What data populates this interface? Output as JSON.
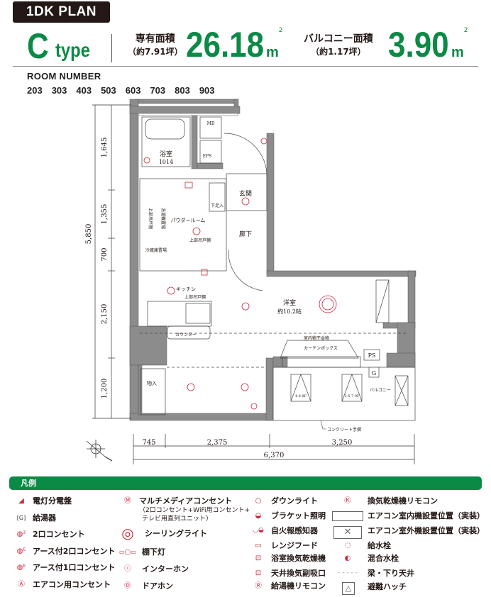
{
  "header": {
    "plan_label": "1DK PLAN",
    "type_letter": "C",
    "type_word": "type",
    "exclusive_area_label": "専有面積",
    "exclusive_area_tsubo": "（約7.91坪）",
    "exclusive_area_value": "26.18",
    "balcony_area_label": "バルコニー面積",
    "balcony_area_tsubo": "（約1.17坪）",
    "balcony_area_value": "3.90",
    "unit": "m",
    "unit_sup": "2"
  },
  "rooms": {
    "title": "ROOM NUMBER",
    "numbers": "203　303　403　503　603　703　803　903"
  },
  "plan": {
    "mb": "MB",
    "eps": "EPS",
    "bathroom": "浴室",
    "bathroom_size": "1014",
    "entrance": "玄関",
    "shoe_box": "下足入",
    "hallway": "廊下",
    "powder_room": "パウダールーム",
    "upper_cabinet1": "上部吊戸棚",
    "upper_cabinet2": "上部吊戸棚",
    "upper_shelf": "上部吊戸棚",
    "washer": "洗濯機置場",
    "fridge": "冷蔵庫置場",
    "kitchen": "キッチン",
    "kitchen_cabinet": "上部吊戸棚",
    "counter": "カウンター",
    "western_room": "洋室",
    "western_room_size": "約10.2帖",
    "laundry_hanger": "室内物干金物",
    "curtain_box": "カーテンボックス",
    "ps": "PS",
    "g": "G",
    "closet": "物入",
    "balcony": "バルコニー",
    "hatch1": "4·6·8F",
    "hatch2": "3·5·7·9F",
    "handrail": "コンクリート手摺",
    "dims_vertical": [
      "1,645",
      "1,355",
      "700",
      "2,150",
      "1,200"
    ],
    "dim_vertical_total": "5,850",
    "dims_horizontal": [
      "745",
      "2,375",
      "3,250"
    ],
    "dim_horizontal_total": "6,370"
  },
  "legend": {
    "title": "凡例",
    "items": [
      {
        "icon": "distribution-board-icon",
        "label": "電灯分電盤"
      },
      {
        "icon": "water-heater-icon",
        "label": "給湯器"
      },
      {
        "icon": "double-outlet-icon",
        "label": "2口コンセント"
      },
      {
        "icon": "grounded-double-outlet-icon",
        "label": "アース付2口コンセント"
      },
      {
        "icon": "grounded-single-outlet-icon",
        "label": "アース付1口コンセント"
      },
      {
        "icon": "ac-outlet-icon",
        "label": "エアコン用コンセント"
      },
      {
        "icon": "multimedia-outlet-icon",
        "label": "マルチメディアコンセント",
        "sub1": "（2口コンセント+WiFi用コンセント+",
        "sub2": "テレビ用直列ユニット）"
      },
      {
        "icon": "ceiling-light-icon",
        "label": "シーリングライト"
      },
      {
        "icon": "under-shelf-light-icon",
        "label": "棚下灯"
      },
      {
        "icon": "intercom-icon",
        "label": "インターホン"
      },
      {
        "icon": "door-phone-icon",
        "label": "ドアホン"
      },
      {
        "icon": "downlight-icon",
        "label": "ダウンライト"
      },
      {
        "icon": "bracket-light-icon",
        "label": "ブラケット照明"
      },
      {
        "icon": "fire-alarm-icon",
        "label": "自火報感知器"
      },
      {
        "icon": "range-hood-icon",
        "label": "レンジフード"
      },
      {
        "icon": "bath-dryer-icon",
        "label": "浴室換気乾燥機"
      },
      {
        "icon": "ceiling-vent-icon",
        "label": "天井換気副吸口"
      },
      {
        "icon": "water-heater-remote-icon",
        "label": "給湯機リモコン"
      },
      {
        "icon": "dryer-remote-icon",
        "label": "換気乾燥機リモコン"
      },
      {
        "icon": "ac-indoor-unit-icon",
        "label": "エアコン室内機設置位置（実装）"
      },
      {
        "icon": "ac-outdoor-unit-icon",
        "label": "エアコン室外機設置位置（実装）"
      },
      {
        "icon": "water-faucet-icon",
        "label": "給水栓"
      },
      {
        "icon": "mixing-faucet-icon",
        "label": "混合水栓"
      },
      {
        "icon": "beam-ceiling-icon",
        "label": "梁・下り天井"
      },
      {
        "icon": "escape-hatch-icon",
        "label": "避難ハッチ"
      }
    ]
  },
  "colors": {
    "accent": "#0a8a45",
    "wall": "#8c8c8c",
    "fixture": "#c8283c"
  }
}
